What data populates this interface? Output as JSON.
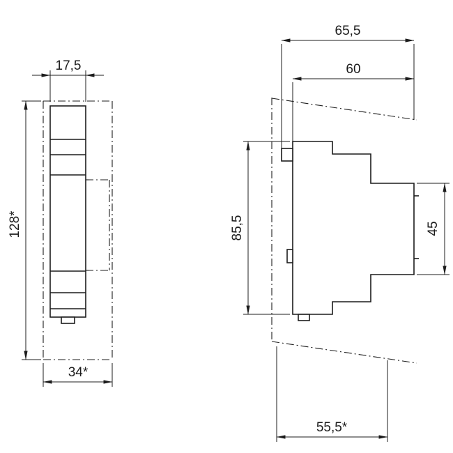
{
  "drawing": {
    "kind": "dimensional drawing, DIN-rail device, front and side view",
    "colors": {
      "line": "#1c1c1c",
      "background": "#ffffff"
    },
    "front_view": {
      "dim_width": "17,5",
      "dim_height": "128*",
      "dim_overall_width": "34*"
    },
    "side_view": {
      "dim_depth_total": "65,5",
      "dim_depth_body": "60",
      "dim_height": "85,5",
      "dim_rail_height": "45",
      "dim_depth_lower": "55,5*"
    }
  }
}
